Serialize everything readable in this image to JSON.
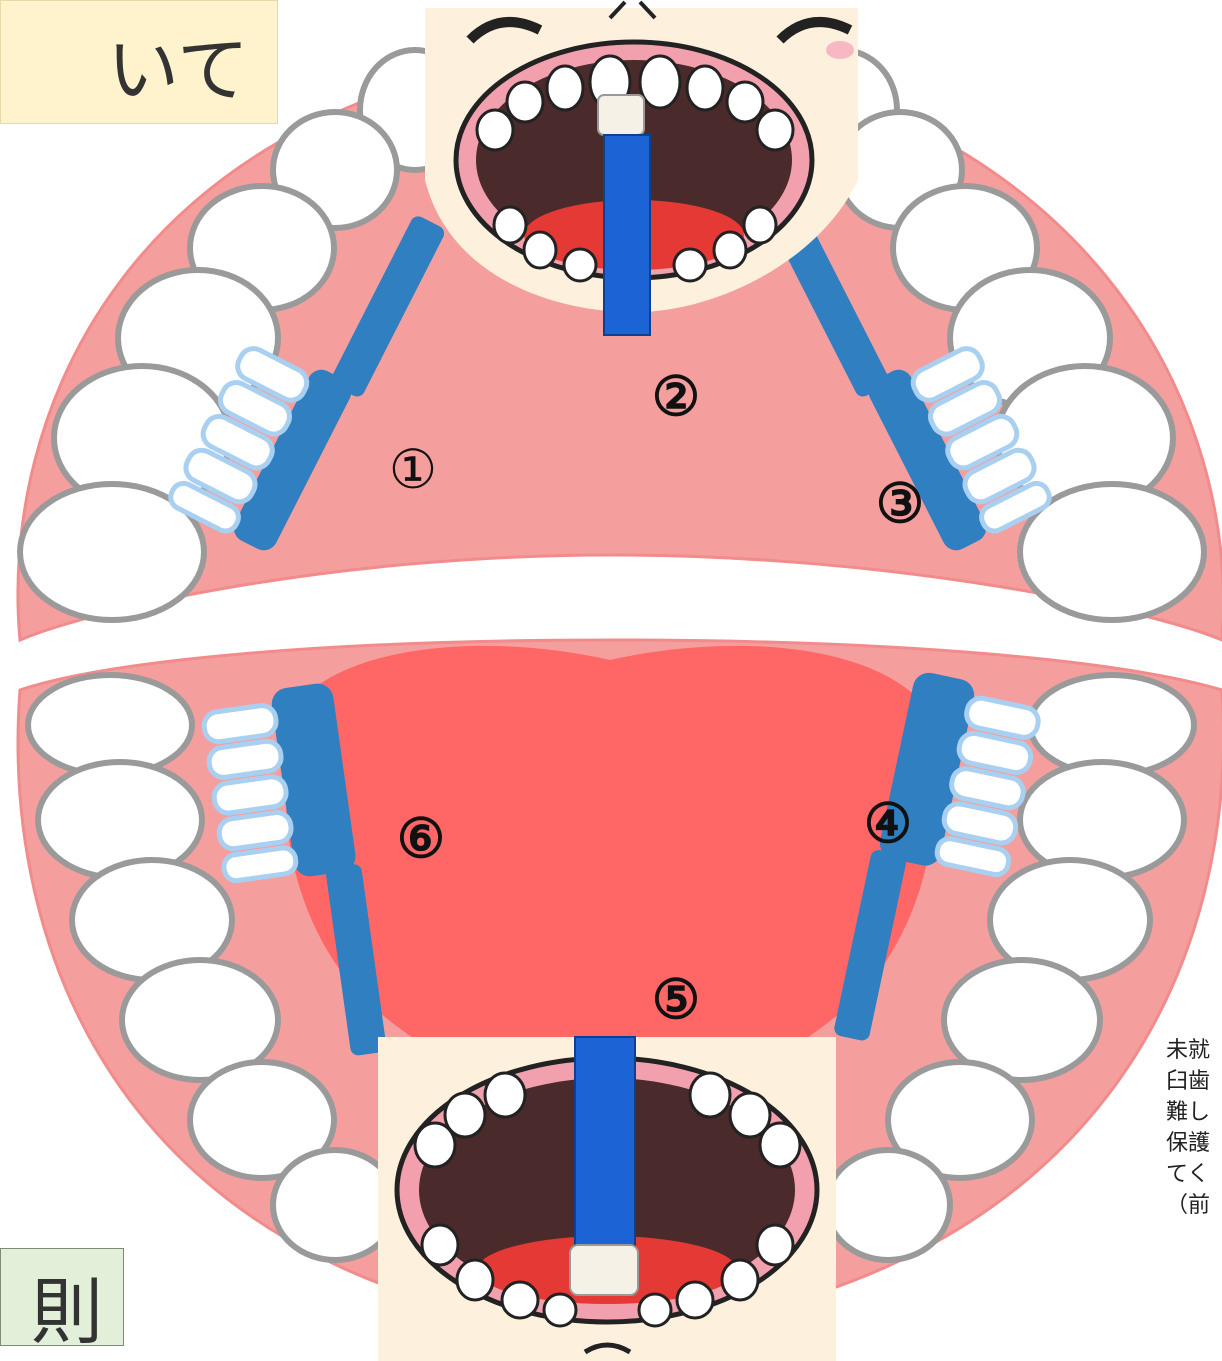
{
  "heading_top": "いて",
  "heading_bottom": "則",
  "steps": [
    "①",
    "②",
    "③",
    "④",
    "⑤",
    "⑥"
  ],
  "note_lines": [
    "未就",
    "臼歯",
    "難し",
    "保護",
    "てく",
    "（前"
  ],
  "colors": {
    "gum": "#f59e9e",
    "gum_outline": "#f28b8b",
    "tooth": "#ffffff",
    "tooth_outline": "#9a9a9a",
    "tongue": "#ff6666",
    "brush_blue": "#2f7fc1",
    "bristle": "#ffffff",
    "bristle_outline": "#a9d0f0",
    "skin": "#fdf1dd",
    "mouth_dark": "#4a2a2a",
    "inset_tongue": "#e53935",
    "stick_blue": "#1c64d6"
  }
}
